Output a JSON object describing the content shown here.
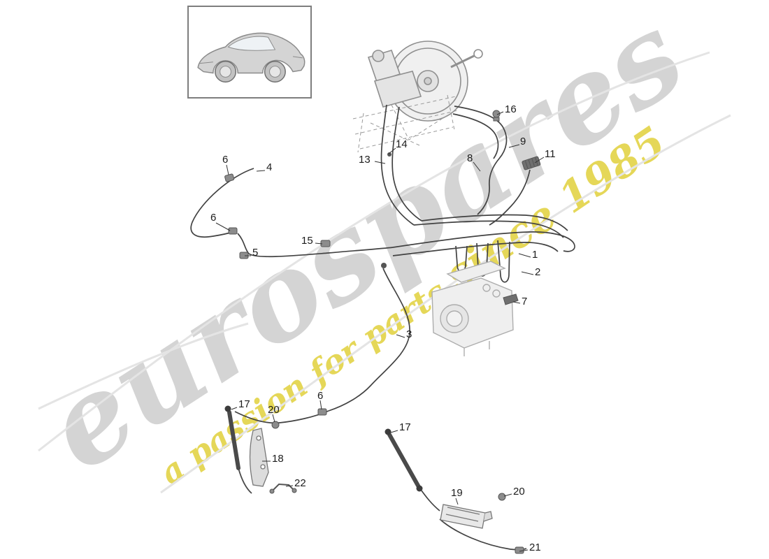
{
  "watermark": {
    "brand": "eurospares",
    "tagline_part1": "a passion for parts ",
    "tagline_part2": "since 1985",
    "brand_color": "#d4d4d4",
    "tagline_color": "#e3d44a"
  },
  "thumbnail": {
    "icon": "car-side-view-icon"
  },
  "diagram": {
    "line_color": "#424242",
    "part_gray": "#8f8f8f"
  },
  "labels": [
    {
      "text": "16"
    },
    {
      "text": "14"
    },
    {
      "text": "13"
    },
    {
      "text": "9"
    },
    {
      "text": "8"
    },
    {
      "text": "11"
    },
    {
      "text": "6"
    },
    {
      "text": "4"
    },
    {
      "text": "6"
    },
    {
      "text": "5"
    },
    {
      "text": "15"
    },
    {
      "text": "1"
    },
    {
      "text": "2"
    },
    {
      "text": "7"
    },
    {
      "text": "3"
    },
    {
      "text": "17"
    },
    {
      "text": "20"
    },
    {
      "text": "6"
    },
    {
      "text": "17"
    },
    {
      "text": "18"
    },
    {
      "text": "22"
    },
    {
      "text": "19"
    },
    {
      "text": "20"
    },
    {
      "text": "21"
    }
  ]
}
